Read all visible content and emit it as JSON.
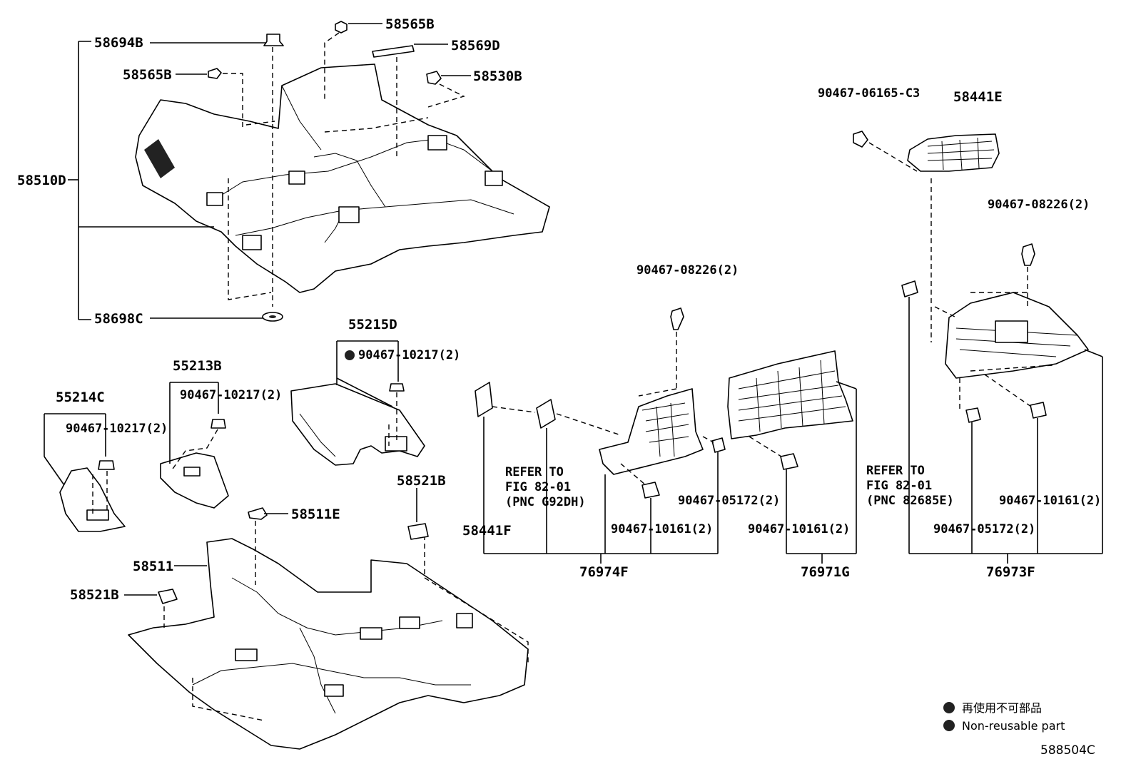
{
  "diagram": {
    "labels": {
      "p58694B": "58694B",
      "p58565B_top": "58565B",
      "p58569D": "58569D",
      "p58565B_left": "58565B",
      "p58530B": "58530B",
      "p58510D": "58510D",
      "p58698C": "58698C",
      "p55215D": "55215D",
      "p90467_10217_a": "90467-10217(2)",
      "p55213B": "55213B",
      "p90467_10217_b": "90467-10217(2)",
      "p55214C": "55214C",
      "p90467_10217_c": "90467-10217(2)",
      "p58521B_top": "58521B",
      "p58511E": "58511E",
      "p58511": "58511",
      "p58521B_left": "58521B",
      "p90467_06165_C3": "90467-06165-C3",
      "p58441E": "58441E",
      "p90467_08226_right": "90467-08226(2)",
      "p90467_08226_mid": "90467-08226(2)",
      "p58441F": "58441F",
      "p90467_10161_a": "90467-10161(2)",
      "p90467_05172_a": "90467-05172(2)",
      "p90467_10161_b": "90467-10161(2)",
      "p90467_05172_b": "90467-05172(2)",
      "p90467_10161_c": "90467-10161(2)",
      "p76974F": "76974F",
      "p76971G": "76971G",
      "p76973F": "76973F"
    },
    "refer_left": [
      "REFER TO",
      "FIG 82-01",
      "(PNC G92DH)"
    ],
    "refer_right": [
      "REFER TO",
      "FIG 82-01",
      "(PNC 82685E)"
    ],
    "legend": {
      "japanese": "再使用不可部品",
      "english": "Non-reusable part"
    },
    "figure_code": "588504C"
  }
}
